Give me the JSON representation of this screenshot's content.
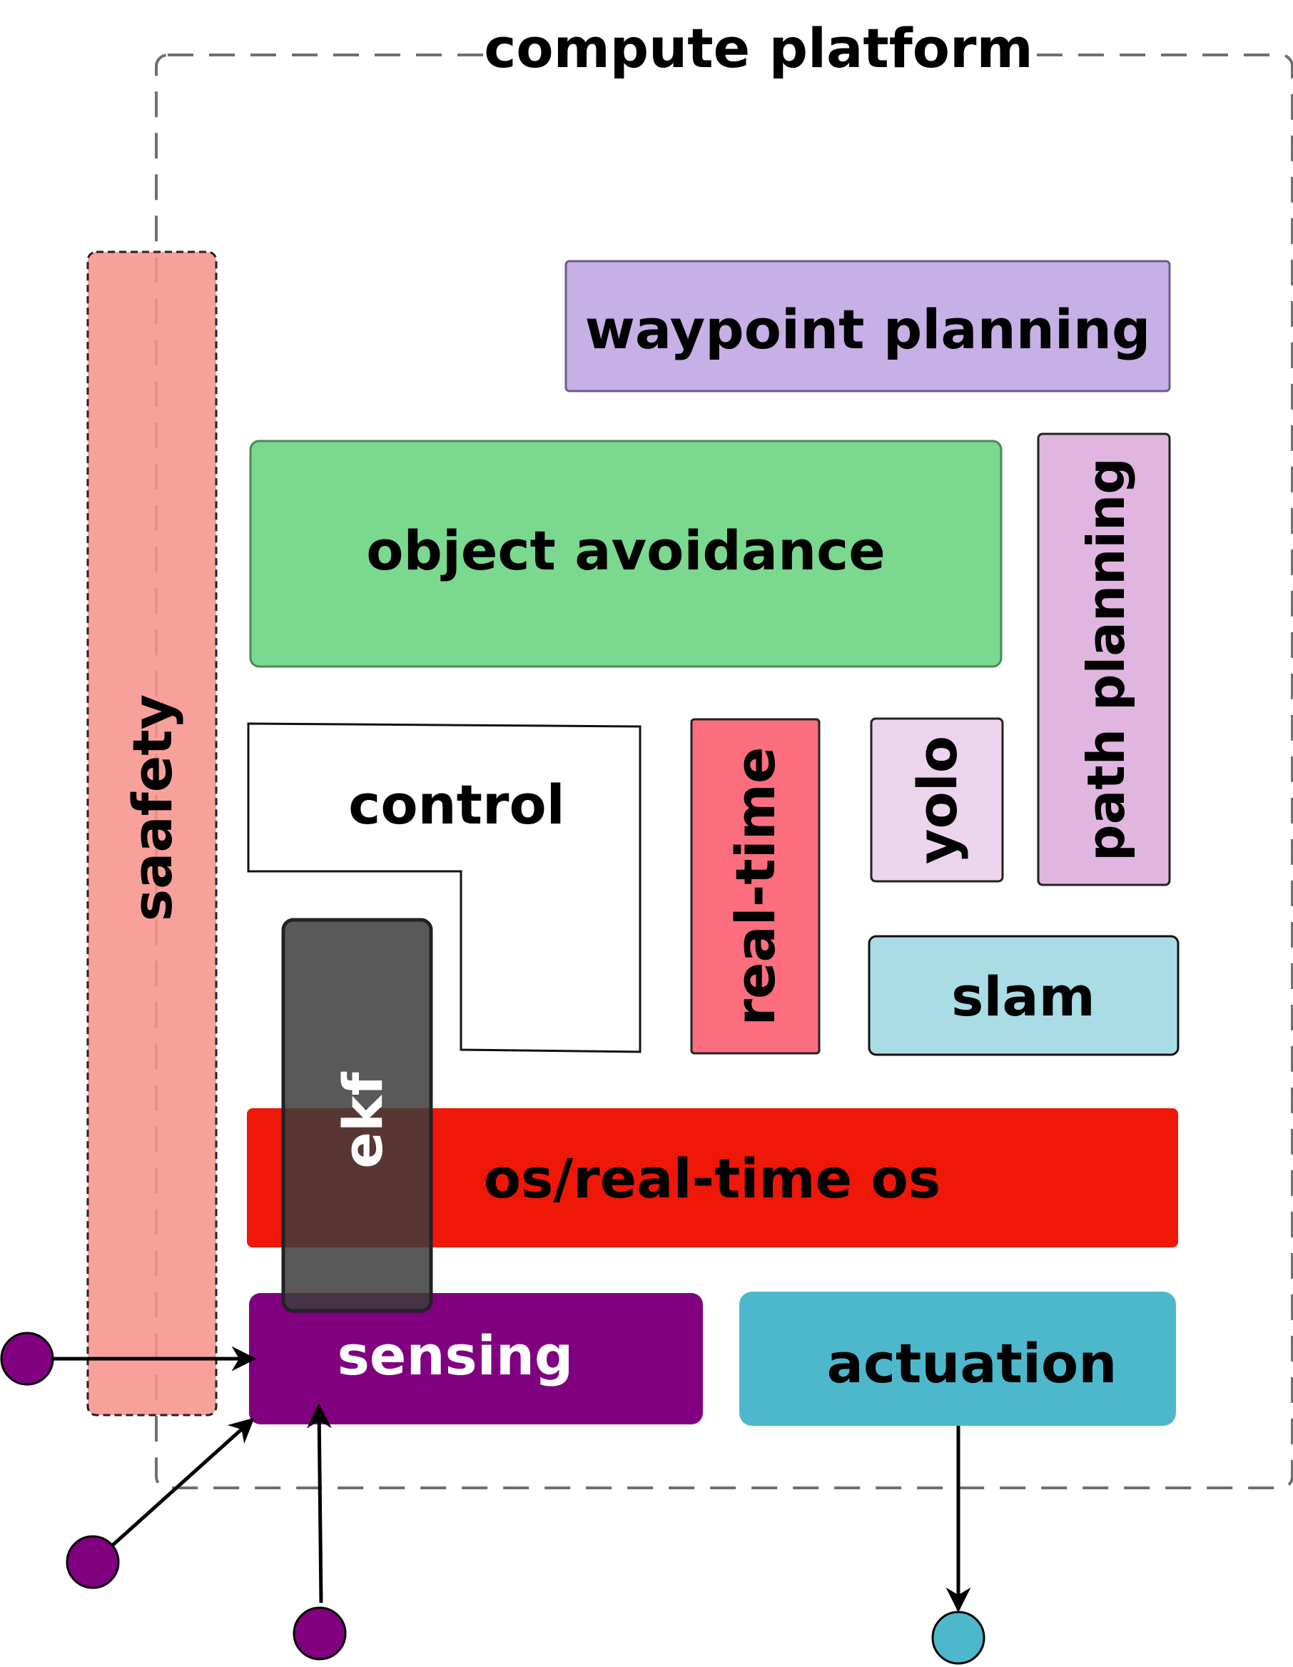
{
  "diagram": {
    "title": "compute platform",
    "blocks": {
      "waypoint_planning": "waypoint planning",
      "object_avoidance": "object avoidance",
      "path_planning": "path planning",
      "control": "control",
      "real_time": "real-time",
      "yolo": "yolo",
      "slam": "slam",
      "os": "os/real-time os",
      "ekf": "ekf",
      "sensing": "sensing",
      "actuation": "actuation",
      "safety": "saafety"
    }
  },
  "colors": {
    "waypoint_planning": "#c6b0e6",
    "object_avoidance": "#7ad98f",
    "path_planning": "#e0b6e0",
    "control": "#ffffff",
    "real_time": "#fa6e7d",
    "yolo": "#ecd5ec",
    "slam": "#aadce6",
    "os": "#ee1708",
    "ekf": "#3c3c3c",
    "sensing": "#800080",
    "actuation": "#4db8cc",
    "safety": "#f7948d",
    "sensor_node": "#800080",
    "actuator_node": "#4db8cc"
  }
}
